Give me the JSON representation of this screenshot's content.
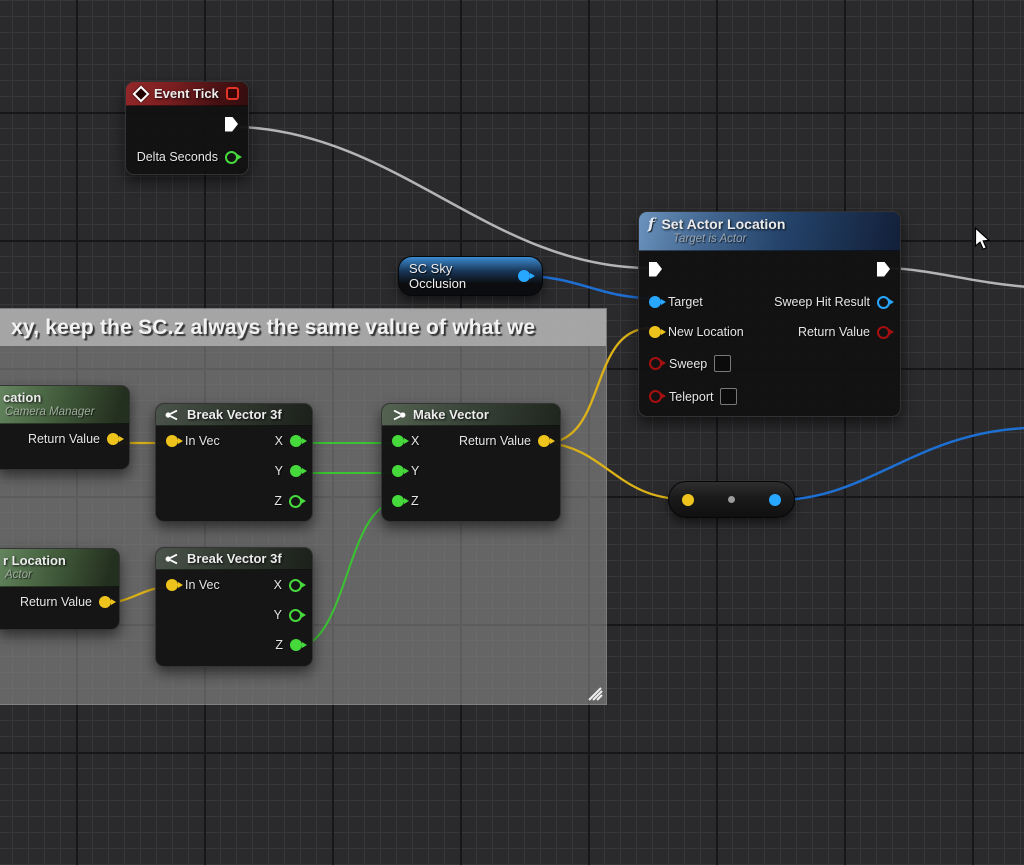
{
  "comment": {
    "header_text": "xy, keep the SC.z always the same value of what we"
  },
  "nodes": {
    "event_tick": {
      "title": "Event Tick",
      "pins": {
        "delta_seconds": "Delta Seconds"
      }
    },
    "sc_sky_occlusion": {
      "title": "SC Sky Occlusion"
    },
    "set_actor_location": {
      "title": "Set Actor Location",
      "subtitle": "Target is Actor",
      "pins": {
        "target": "Target",
        "new_location": "New Location",
        "sweep": "Sweep",
        "teleport": "Teleport",
        "sweep_hit_result": "Sweep Hit Result",
        "return_value": "Return Value"
      }
    },
    "get_camera_location_partial": {
      "title": "cation",
      "subtitle": "Camera Manager",
      "pins": {
        "return_value": "Return Value"
      }
    },
    "get_actor_location_partial": {
      "title": "r Location",
      "subtitle": "Actor",
      "pins": {
        "return_value": "Return Value"
      }
    },
    "break_vector_top": {
      "title": "Break Vector 3f",
      "pins": {
        "in_vec": "In Vec",
        "x": "X",
        "y": "Y",
        "z": "Z"
      }
    },
    "break_vector_bottom": {
      "title": "Break Vector 3f",
      "pins": {
        "in_vec": "In Vec",
        "x": "X",
        "y": "Y",
        "z": "Z"
      }
    },
    "make_vector": {
      "title": "Make Vector",
      "pins": {
        "x": "X",
        "y": "Y",
        "z": "Z",
        "return_value": "Return Value"
      }
    }
  },
  "colors": {
    "exec_wire": "#b4b4b4",
    "wire_yellow": "#dcb218",
    "wire_green": "#3ac431",
    "wire_blue": "#1e6fd2",
    "pin_vector": "#eec41c",
    "pin_float": "#46d93c",
    "pin_object": "#27a7ff",
    "pin_bool": "#a50f0f",
    "header_event": "#7c1f21",
    "header_function": "#446892",
    "header_pure": "#46613f",
    "comment_gray": "#ababab"
  }
}
